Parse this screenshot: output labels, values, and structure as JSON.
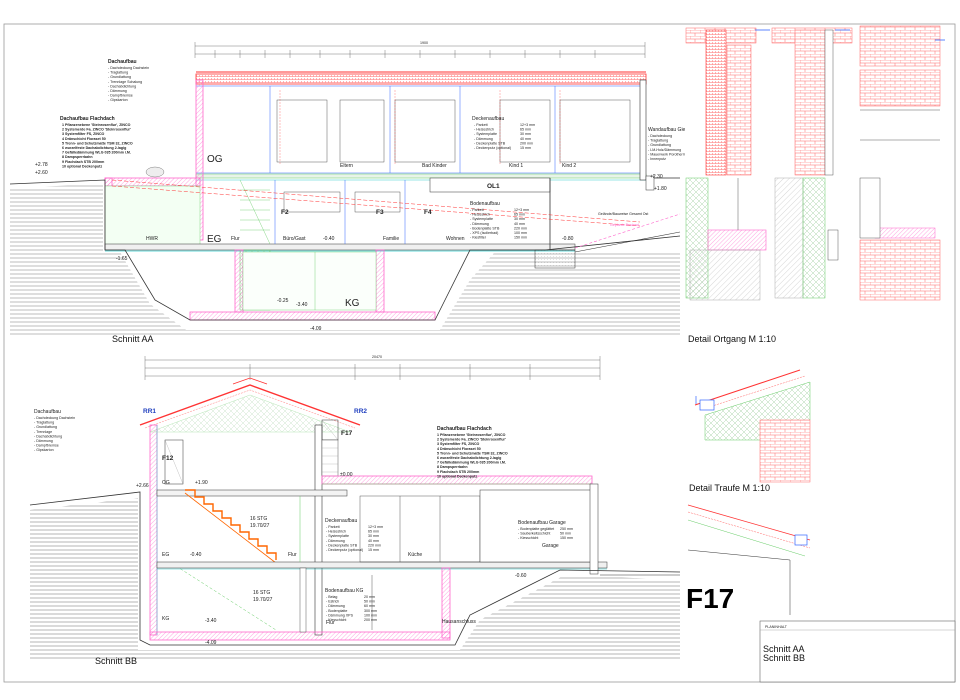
{
  "sheet": {
    "sheet_number": "F17",
    "plan_title_label": "PLANINHALT",
    "plan_contents": [
      "Schnitt AA",
      "Schnitt BB"
    ]
  },
  "section_aa": {
    "title": "Schnitt AA",
    "top_dimension": "1900",
    "rooms": [
      "OG",
      "EG",
      "KG",
      "HWR",
      "Flur",
      "Büro/Gast",
      "Familie",
      "Wohnen",
      "Eltern",
      "Bad Kinder",
      "Kind 1",
      "Kind 2",
      "OL1"
    ],
    "window_tags": [
      "F2",
      "F3",
      "F4"
    ],
    "levels": [
      "+2.78",
      "+2.60",
      "+1.80",
      "+2.30",
      "-1.65",
      "-0.40",
      "-0.80",
      "-0.25",
      "-3.40",
      "-4.09"
    ],
    "roof_buildup": {
      "heading": "Dachaufbau",
      "lines": [
        "- Dachdeckung Dachstein",
        "- Traglattung",
        "- Grundlattung",
        "- Trennlage Schalung",
        "- Dachabdichtung",
        "- Dämmung",
        "- Dampfbremse",
        "- Gipskarton"
      ]
    },
    "flat_roof_buildup": {
      "heading": "Dachaufbau Flachdach",
      "lines": [
        "1 Pflanzenebene 'Steinrosenflur', ZINCO",
        "2 Systemerde Fa. ZINCO 'Steinrosenflur'",
        "3 Systemfilter FS, ZINCO",
        "4 Dränschicht Floraset 50",
        "5 Trenn- und Schutzmatte TSM 32, ZINCO",
        "6 wurzelfeste Dachabdichtung 2-lagig",
        "7 Gefälledämmung WLG 035 200mm i.M.",
        "8 Dampsperrbahn",
        "9 Flachdach STB 200mm",
        "10 optional Deckenputz"
      ]
    },
    "ceiling_buildup": {
      "heading": "Deckenaufbau",
      "lines": [
        "- Parkett",
        "- Heizestrich",
        "- Systemplatte",
        "- Dämmung",
        "- Deckenplatte STB",
        "- Deckenputz (optional)"
      ],
      "values": [
        "12+3 mm",
        "65 mm",
        "30 mm",
        "40 mm",
        "200 mm",
        "15 mm"
      ]
    },
    "floor_buildup": {
      "heading": "Bodenaufbau",
      "lines": [
        "- Parkett",
        "- Heizestrich",
        "- Systemplatte",
        "- Dämmung",
        "- Bodenplatte STB",
        "- XPS (Isolierbad)",
        "- Kiesfilter"
      ],
      "values": [
        "12+3 mm",
        "65 mm",
        "30 mm",
        "40 mm",
        "220 mm",
        "100 mm",
        "150 mm"
      ]
    },
    "wall_buildup": {
      "heading": "Wandaufbau Giebel",
      "lines": [
        "- Dachdeckung",
        "- Traglattung",
        "- Grundlattung",
        "- LM-Holz/Dämmung",
        "- Mauerwerk Porotherm",
        "- Innenputz"
      ]
    },
    "ground_labels": [
      "Gelände/Bauweise Gesamt Ost",
      "Geplante Bestand"
    ]
  },
  "section_bb": {
    "title": "Schnitt BB",
    "top_dimension": "20470",
    "rooms": [
      "OG",
      "EG",
      "KG",
      "Flur",
      "Küche",
      "Garage",
      "Hausanschluss"
    ],
    "window_tags": [
      "F12",
      "F17"
    ],
    "ridge_markers": [
      "RR1",
      "RR2"
    ],
    "stair_note": [
      "16 STG",
      "19.70/27"
    ],
    "levels": [
      "+2.66",
      "+1.90",
      "±0.00",
      "-0.40",
      "-0.60",
      "-3.40",
      "-4.09"
    ],
    "roof_buildup": {
      "heading": "Dachaufbau",
      "lines": [
        "- Dachdeckung Dachstein",
        "- Traglattung",
        "- Grundlattung",
        "- Trennlage",
        "- Dachabdichtung",
        "- Dämmung",
        "- Dampfbremse",
        "- Gipskarton"
      ]
    },
    "flat_roof_buildup": {
      "heading": "Dachaufbau Flachdach",
      "lines": [
        "1 Pflanzenebene 'Steinrosenflur', ZINCO",
        "2 Systemerde Fa. ZINCO 'Steinrosenflur'",
        "3 Systemfilter FS, ZINCO",
        "4 Dränschicht Floraset 50",
        "5 Trenn- und Schutzmatte TSM 32, ZINCO",
        "6 wurzelfeste Dachabdichtung 2-lagig",
        "7 Gefälledämmung WLG 035 200mm i.M.",
        "8 Dampsperrbahn",
        "9 Flachdach STB 200mm",
        "10 optional Deckenputz"
      ]
    },
    "garage_floor_buildup": {
      "heading": "Bodenaufbau Garage",
      "lines": [
        "- Bodenplatte geglättet",
        "- Sauberkeitsschicht",
        "- Kiesschicht"
      ],
      "values": [
        "250 mm",
        "50 mm",
        "150 mm"
      ]
    },
    "ceiling_buildup": {
      "heading": "Deckenaufbau",
      "lines": [
        "- Parkett",
        "- Heizestrich",
        "- Systemplatte",
        "- Dämmung",
        "- Deckenplatte STB",
        "- Deckenputz (optional)"
      ],
      "values": [
        "12+3 mm",
        "65 mm",
        "30 mm",
        "40 mm",
        "220 mm",
        "15 mm"
      ]
    },
    "floor_buildup": {
      "heading": "Bodenaufbau KG",
      "lines": [
        "- Belag",
        "- Estrich",
        "- Dämmung",
        "- Bodenplatte",
        "- Dämmung XPS",
        "- Kiesschicht"
      ],
      "values": [
        "20 mm",
        "50 mm",
        "60 mm",
        "300 mm",
        "100 mm",
        "200 mm"
      ]
    }
  },
  "details": {
    "organg_label": "Detail Ortgang M 1:10",
    "traufe_label": "Detail Traufe M 1:10"
  },
  "colors": {
    "concrete": "#ff66cc",
    "roof": "#ff3333",
    "insulation": "#66cc66",
    "section_line": "#3366ff",
    "cyan": "#33cccc",
    "ground": "#333333"
  }
}
